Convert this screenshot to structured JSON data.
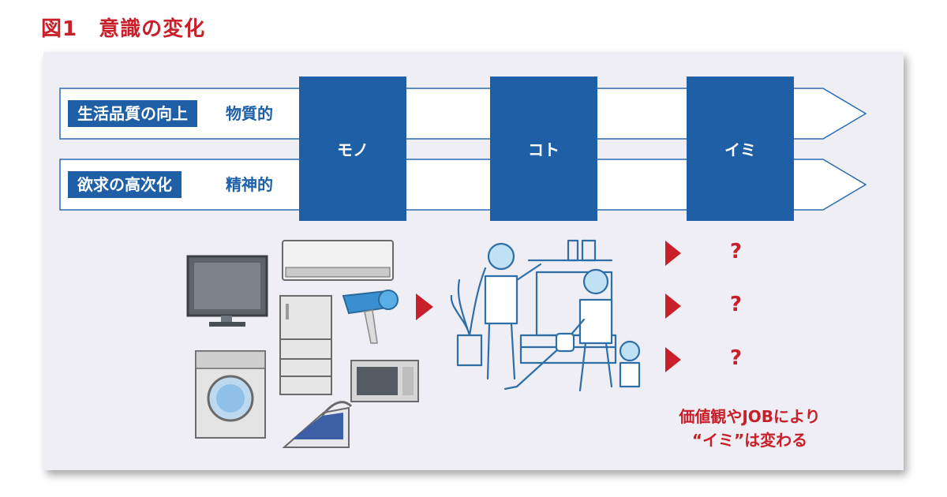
{
  "figure_title": "図1　意識の変化",
  "rows": [
    {
      "label": "生活品質の向上",
      "sub": "物質的"
    },
    {
      "label": "欲求の高次化",
      "sub": "精神的"
    }
  ],
  "stages": [
    "モノ",
    "コト",
    "イミ"
  ],
  "question_marks": [
    "?",
    "?",
    "?"
  ],
  "note_lines": [
    "価値観やJOBにより",
    "“イミ”は変わる"
  ],
  "colors": {
    "accent_red": "#c8202a",
    "accent_blue": "#1e5fa6",
    "panel_bg": "#eeeef4"
  },
  "illustrations": {
    "products": [
      "tv-icon",
      "air-conditioner-icon",
      "refrigerator-icon",
      "hair-dryer-icon",
      "washing-machine-icon",
      "microwave-icon",
      "iron-icon"
    ],
    "family_cleaning": "family-cleaning-illustration"
  }
}
